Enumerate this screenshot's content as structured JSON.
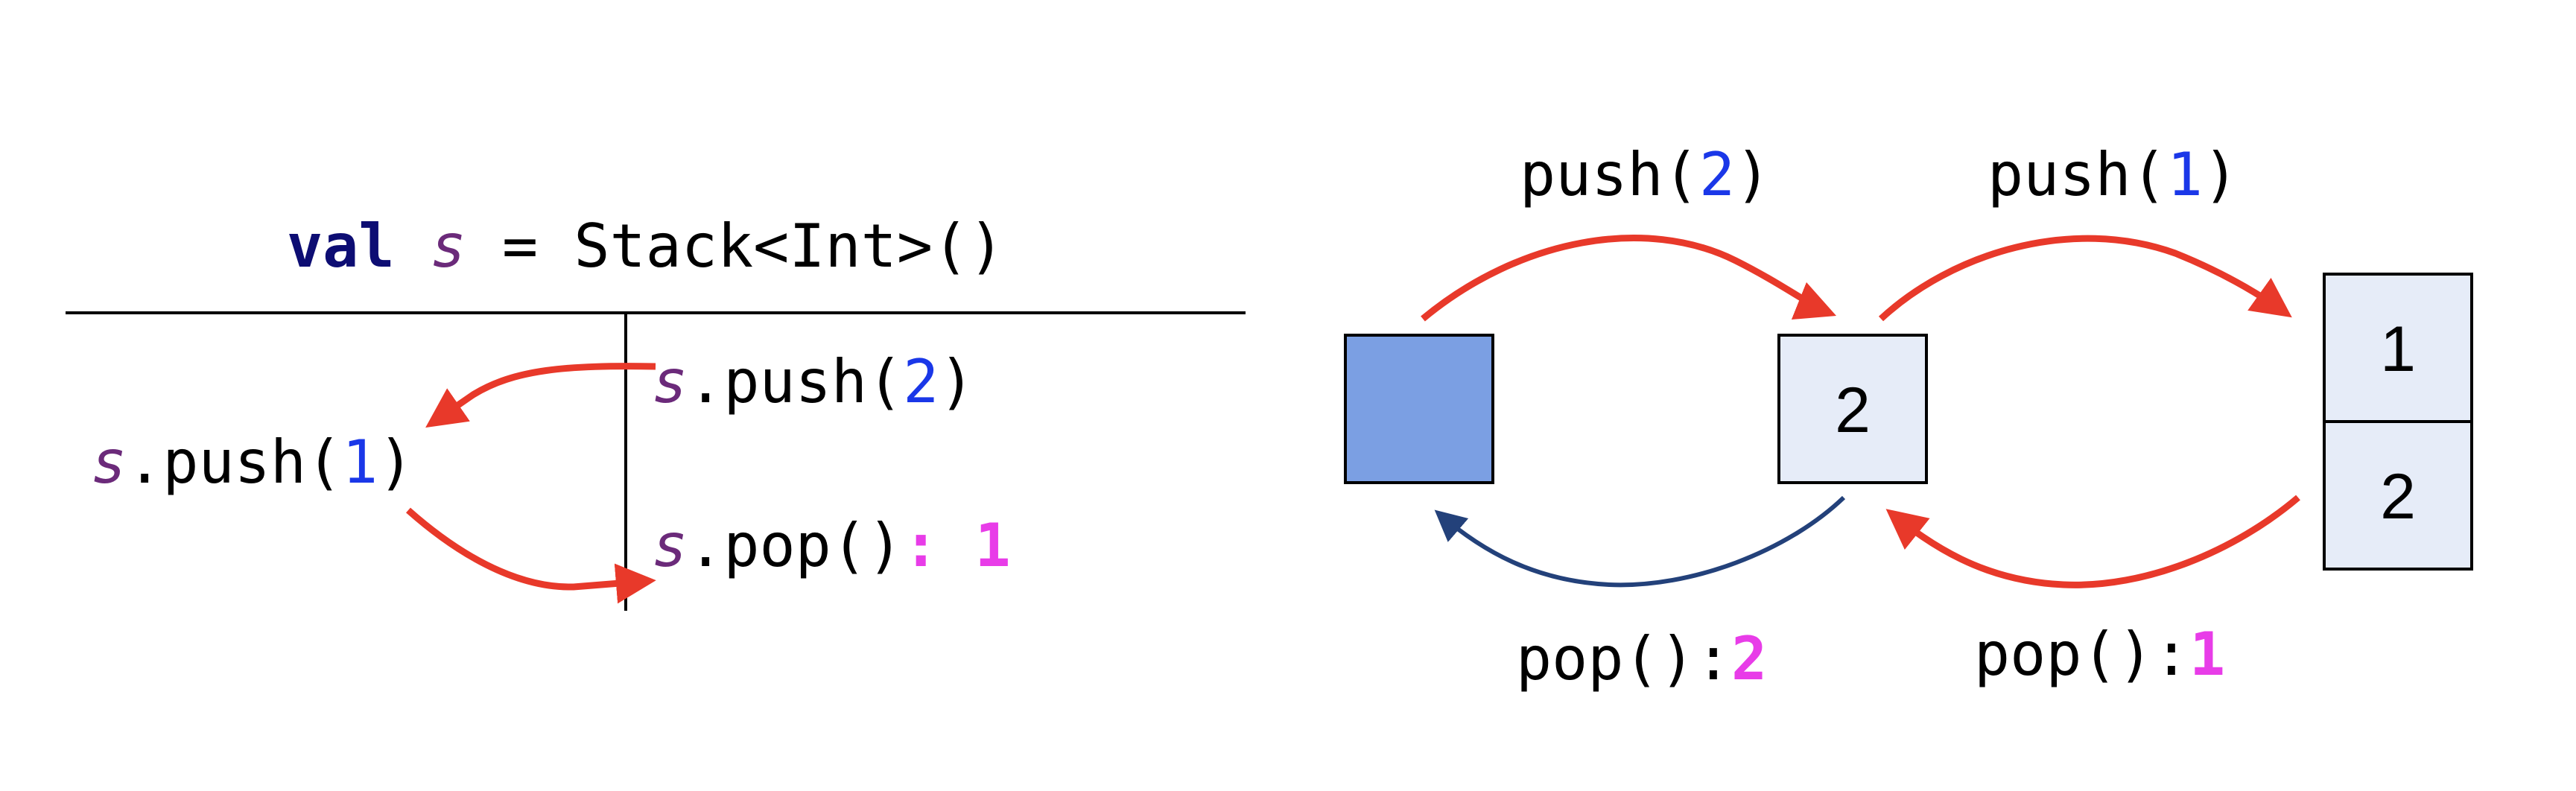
{
  "colors": {
    "keyword": "#0d0d73",
    "variable": "#6b2a7a",
    "number": "#1a37e8",
    "result": "#e83ce8",
    "push_arrow": "#e8392a",
    "pop_arrow_blue": "#23417a",
    "empty_box_fill": "#7b9fe3",
    "element_box_fill": "#e6ecf8",
    "line": "#000000"
  },
  "code": {
    "declaration": {
      "keyword": "val",
      "var": "s",
      "rest": " = Stack<Int>()"
    },
    "push2": {
      "var": "s",
      "call": ".push(",
      "arg": "2",
      "close": ")"
    },
    "push1": {
      "var": "s",
      "call": ".push(",
      "arg": "1",
      "close": ")"
    },
    "pop": {
      "var": "s",
      "call": ".pop()",
      "sep": ": ",
      "result": "1"
    }
  },
  "diagram": {
    "stacks": [
      {
        "elements": []
      },
      {
        "elements": [
          "2"
        ]
      },
      {
        "elements": [
          "1",
          "2"
        ]
      }
    ],
    "operations": [
      {
        "kind": "push",
        "fn": "push(",
        "arg": "2",
        "close": ")"
      },
      {
        "kind": "push",
        "fn": "push(",
        "arg": "1",
        "close": ")"
      },
      {
        "kind": "pop",
        "fn": "pop():",
        "result": "2"
      },
      {
        "kind": "pop",
        "fn": "pop():",
        "result": "1"
      }
    ]
  }
}
